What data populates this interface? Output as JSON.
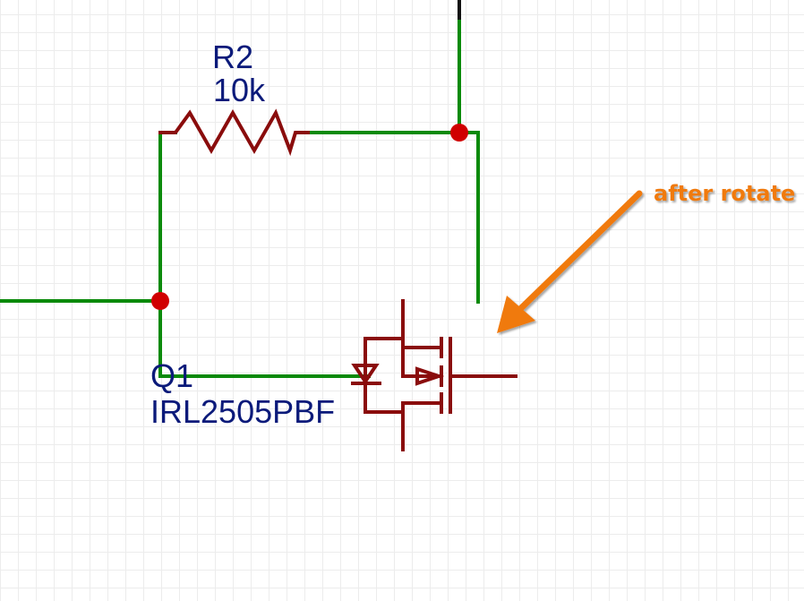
{
  "schematic": {
    "resistor": {
      "designator": "R2",
      "value": "10k"
    },
    "mosfet": {
      "designator": "Q1",
      "part_number": "IRL2505PBF"
    },
    "annotation": {
      "text": "after rotate",
      "color": "#f07a10"
    },
    "colors": {
      "wire": "#0a8a0a",
      "part": "#8a0c0c",
      "junction": "#d00000",
      "label": "#0b1a7a",
      "grid": "#ececec"
    }
  }
}
